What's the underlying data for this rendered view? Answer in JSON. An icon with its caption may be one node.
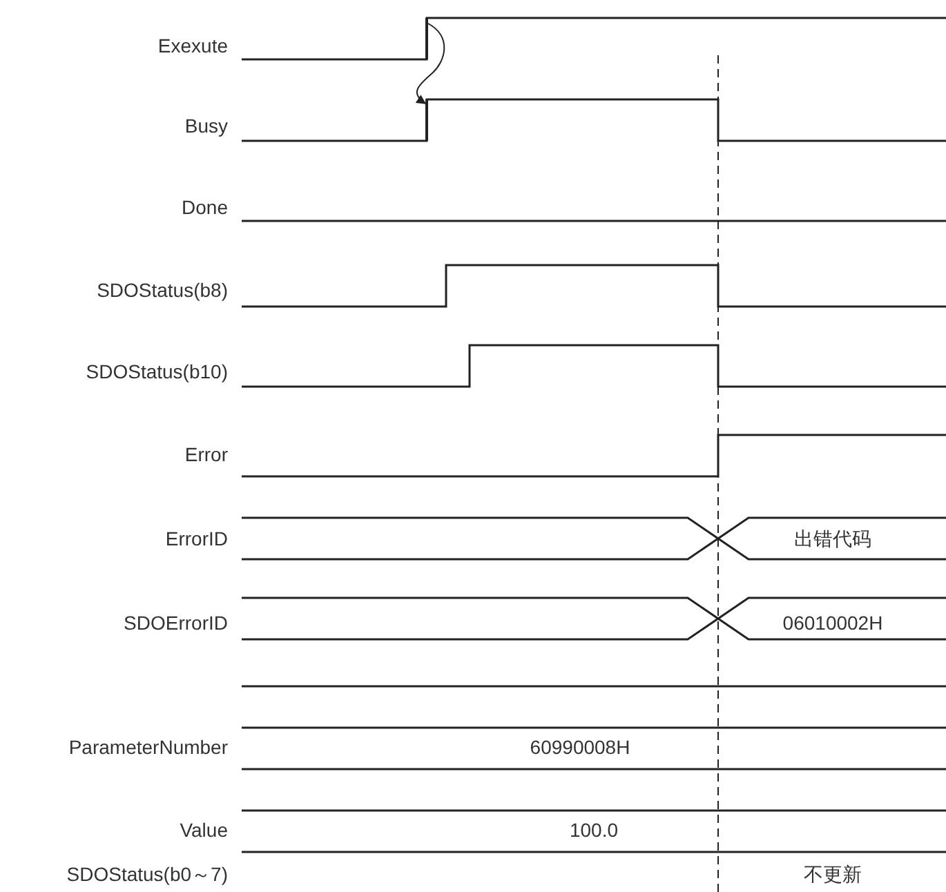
{
  "diagram": {
    "nodes": [
      {
        "text": [],
        "shape": "bar"
      },
      {
        "text": [],
        "shape": "bar"
      }
    ],
    "edges": [
      {
        "from": 0,
        "to": 1,
        "arrow": "to"
      }
    ],
    "labels": [
      "Exexute",
      "Busy",
      "Done",
      "SDOStatus(b8)",
      "SDOStatus(b10)",
      "Error",
      "ErrorID",
      "出错代码",
      "SDOErrorID",
      "06010002H",
      "ParameterNumber",
      "60990008H",
      "Value",
      "100.0",
      "SDOStatus(b0～7)",
      "不更新"
    ]
  }
}
